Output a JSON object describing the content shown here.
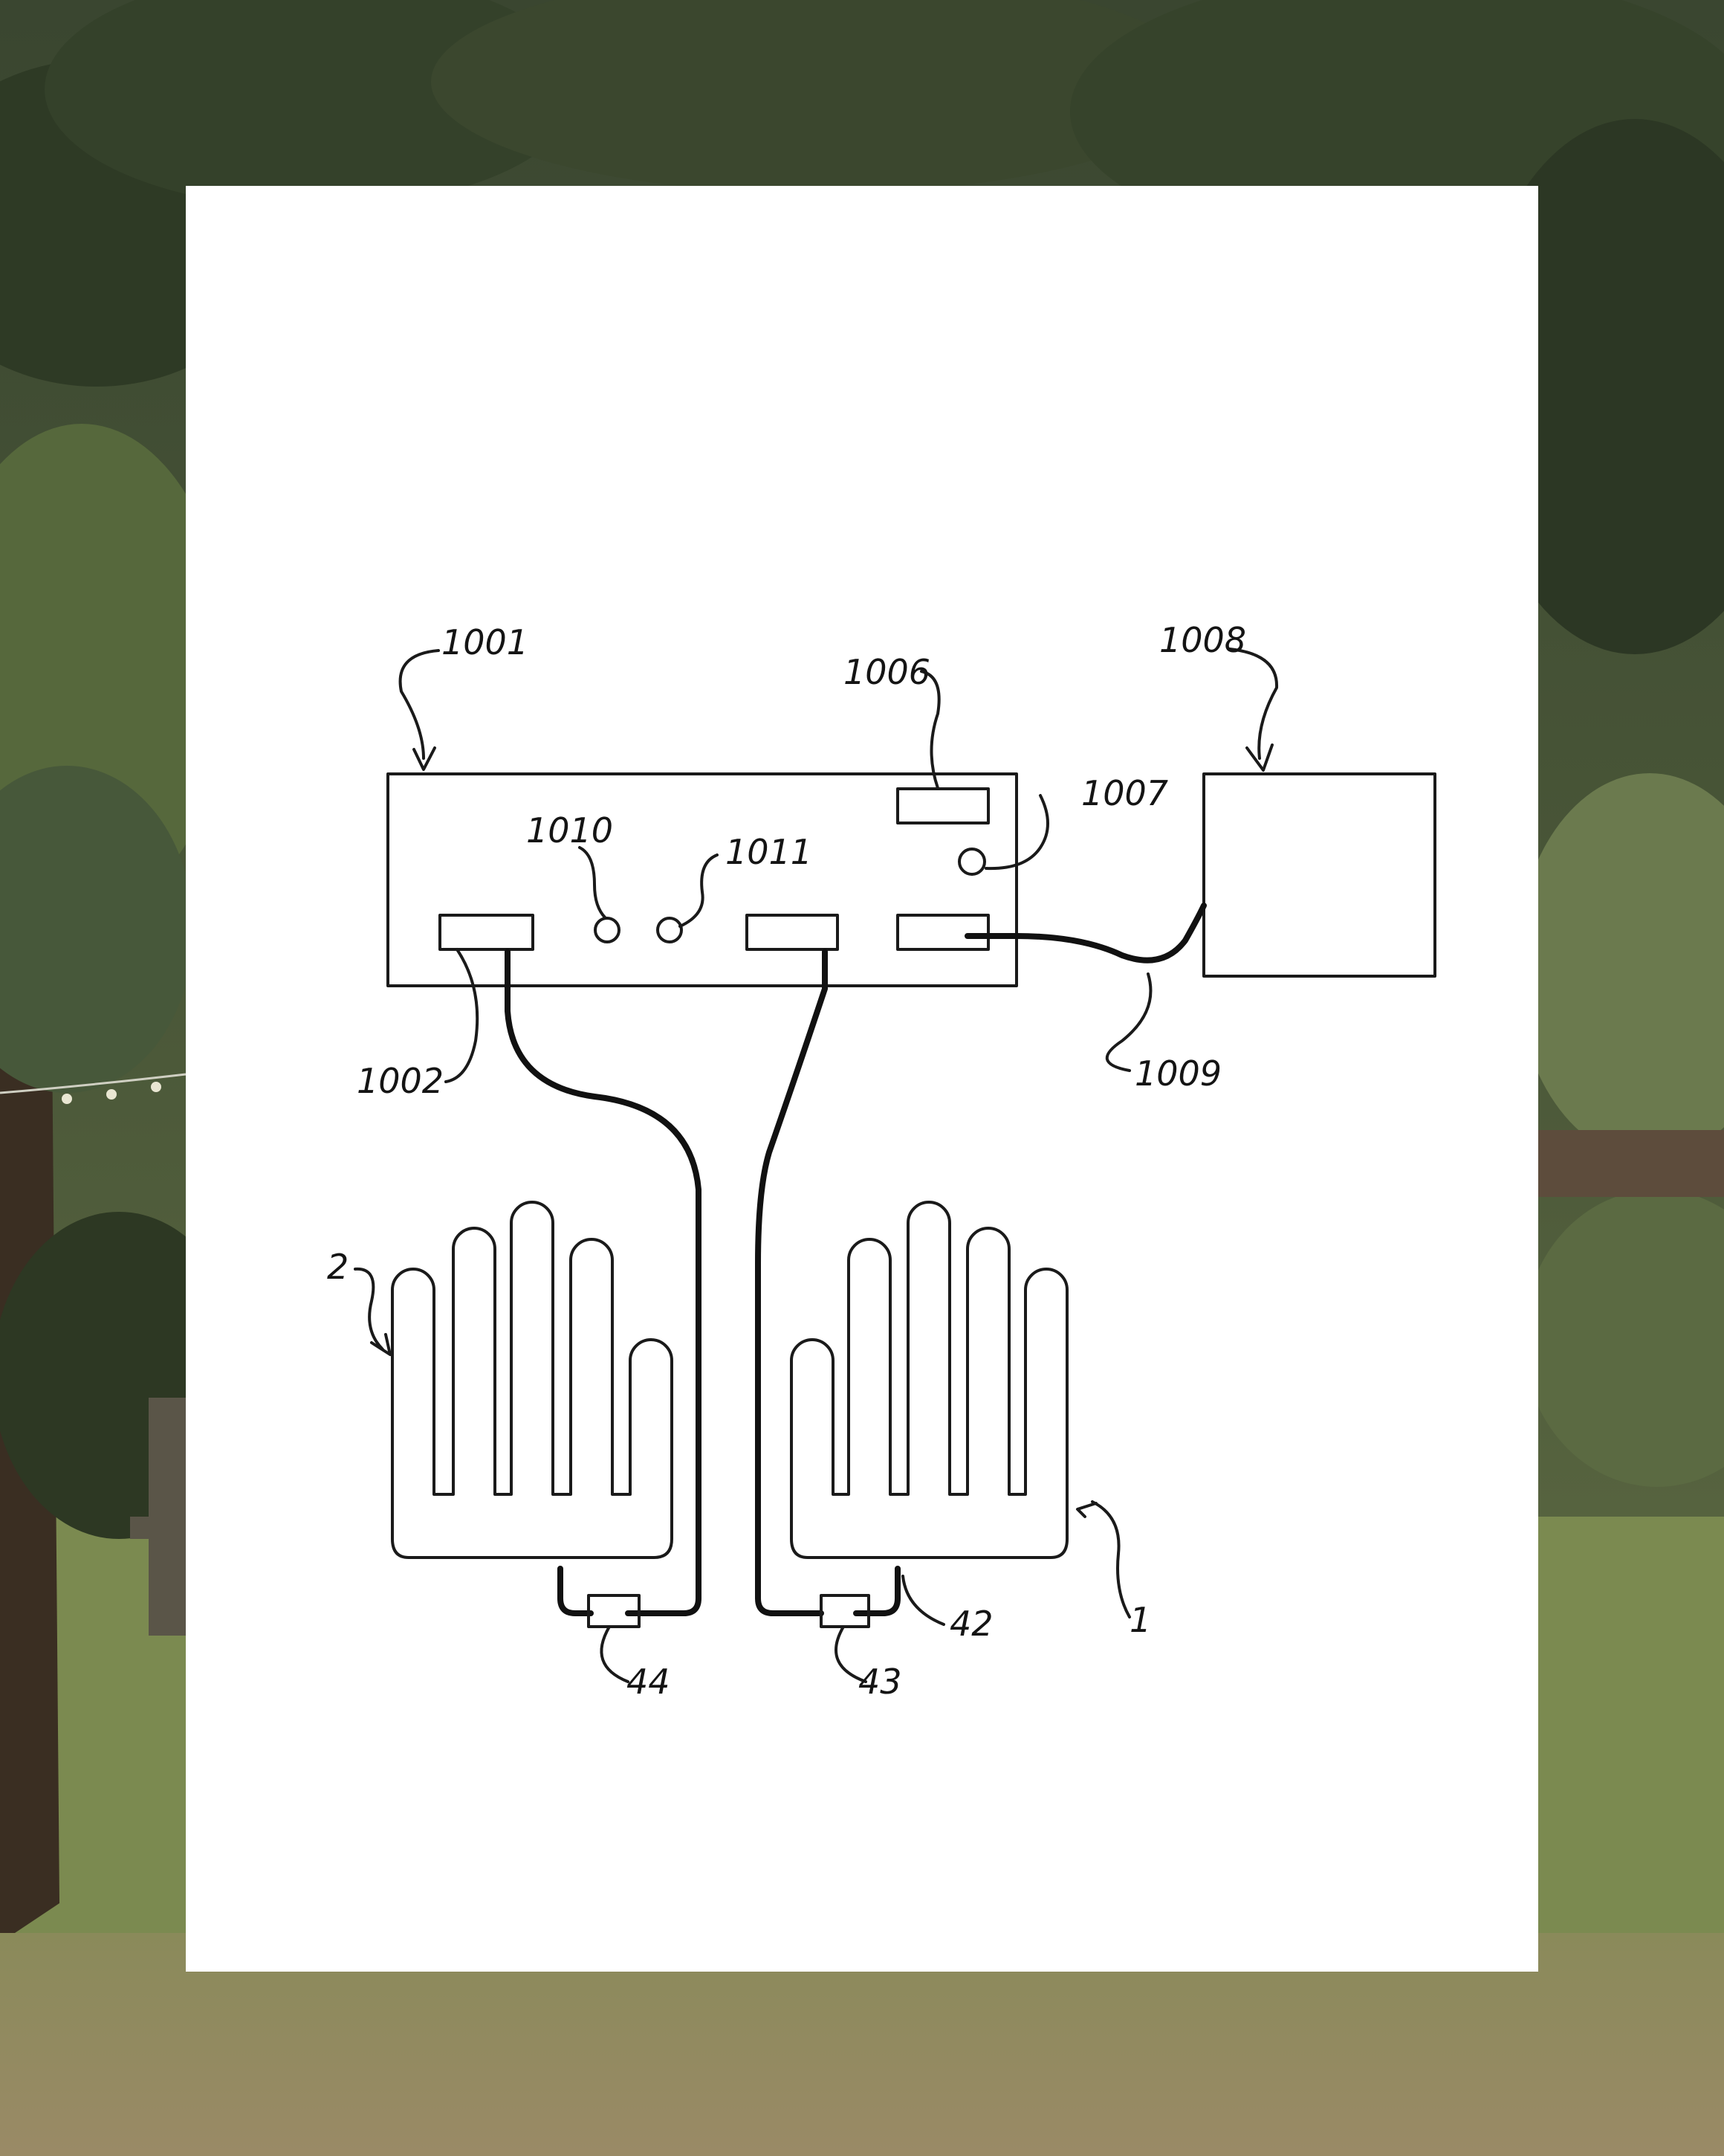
{
  "labels": {
    "device": "1001",
    "left_port": "1002",
    "display_window": "1006",
    "indicator": "1007",
    "external_unit": "1008",
    "external_cable": "1009",
    "button_a": "1010",
    "button_b": "1011",
    "right_glove": "1",
    "left_glove": "2",
    "right_glove_cable": "42",
    "right_glove_connector": "43",
    "left_glove_connector": "44"
  },
  "colors": {
    "paper": "#ffffff",
    "ink": "#1a1a1a",
    "foliage_dark": "#2f3a26",
    "foliage_light": "#6d7a4f",
    "lawn": "#7c8a55",
    "ground": "#8d7d5c"
  }
}
